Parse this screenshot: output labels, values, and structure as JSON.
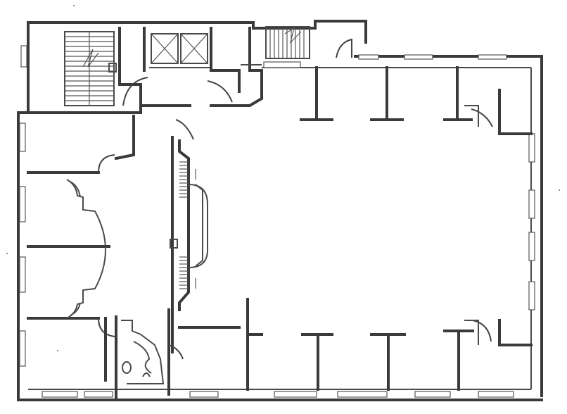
{
  "plan": {
    "type": "architectural floor plan",
    "colors": {
      "line": "#3a3a3a",
      "background": "#ffffff"
    },
    "features": [
      "stair-northwest",
      "stair-north",
      "elevator-pair",
      "central-stair",
      "open-office-floor",
      "perimeter-offices",
      "restroom-core"
    ]
  }
}
